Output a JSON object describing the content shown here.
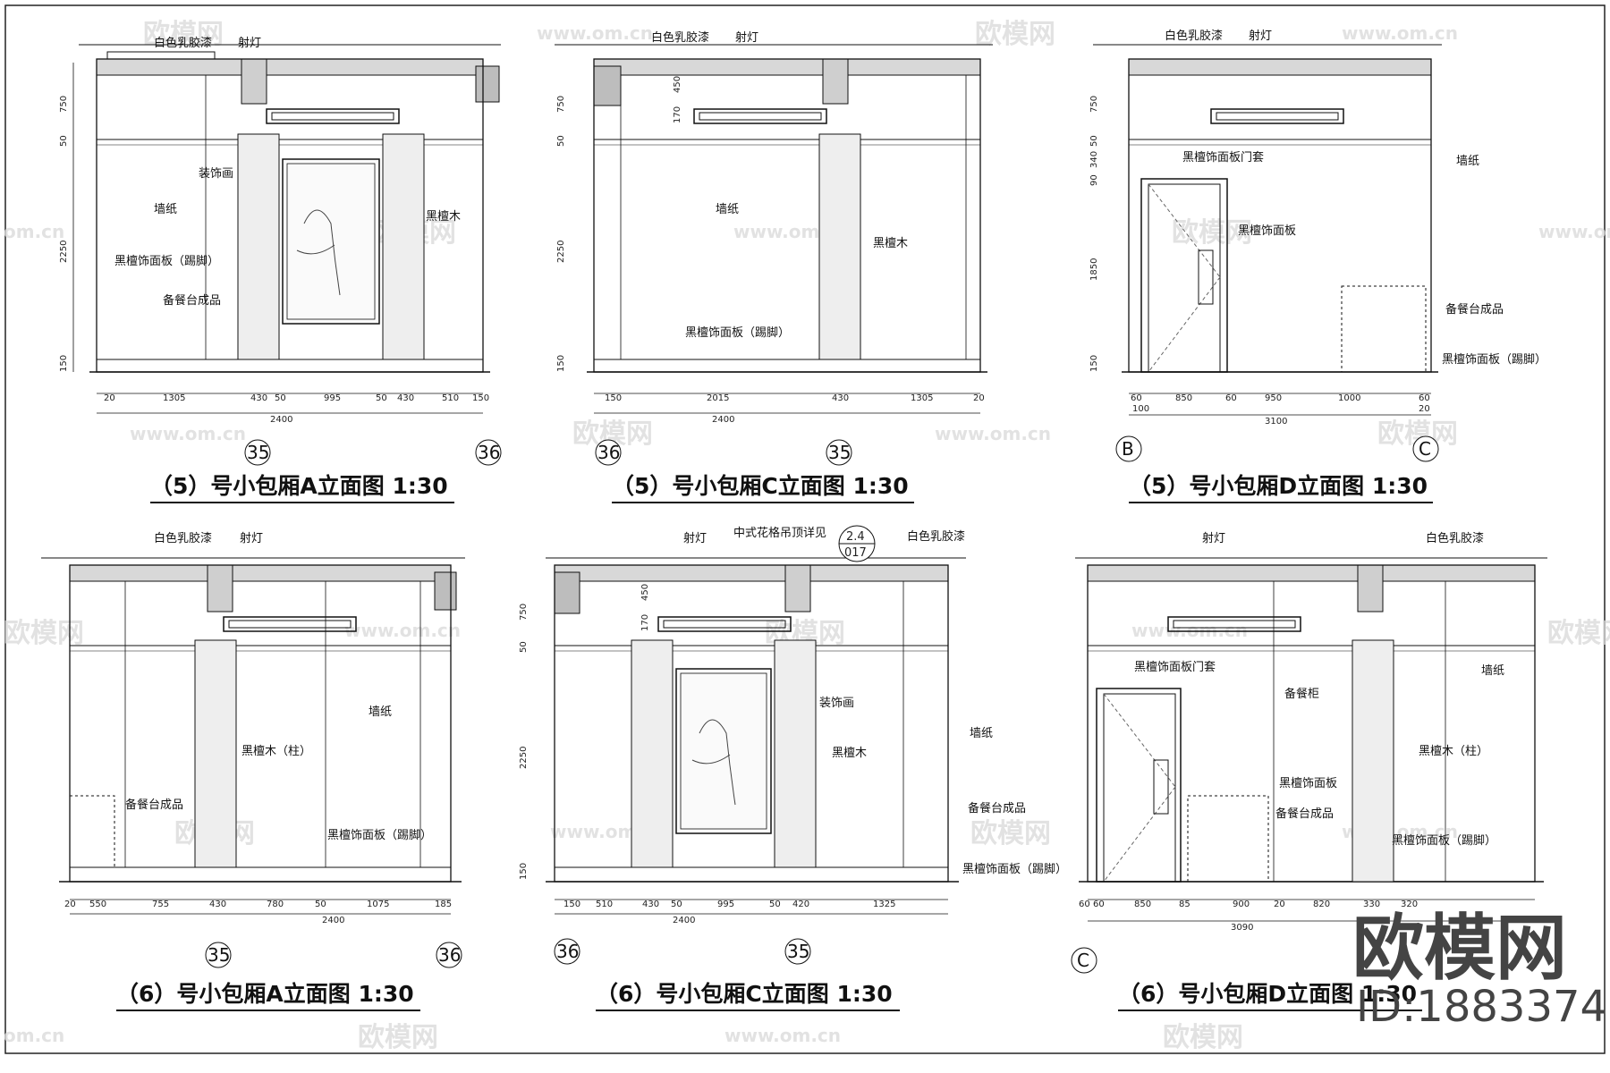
{
  "sheet": {
    "elevations": [
      {
        "title": "（5）号小包厢A立面图 1:30",
        "notes": [
          "白色乳胶漆",
          "射灯",
          "装饰画",
          "墙纸",
          "黑檀木",
          "黑檀饰面板（踢脚）",
          "备餐台成品"
        ],
        "dims_h": [
          "20",
          "1305",
          "430",
          "50",
          "995",
          "50",
          "430",
          "510",
          "150"
        ],
        "dim_total": "2400",
        "dims_v": [
          "750",
          "50",
          "2250",
          "150"
        ],
        "axis_marks": [
          "35",
          "36"
        ]
      },
      {
        "title": "（5）号小包厢C立面图 1:30",
        "notes": [
          "白色乳胶漆",
          "射灯",
          "墙纸",
          "黑檀木",
          "黑檀饰面板（踢脚）"
        ],
        "dims_h": [
          "150",
          "2015",
          "430",
          "1305",
          "20"
        ],
        "dim_total": "2400",
        "dims_v": [
          "750",
          "450",
          "170",
          "50",
          "2250",
          "150"
        ],
        "axis_marks": [
          "36",
          "35"
        ]
      },
      {
        "title": "（5）号小包厢D立面图 1:30",
        "notes": [
          "白色乳胶漆",
          "射灯",
          "黑檀饰面板门套",
          "墙纸",
          "黑檀饰面板",
          "备餐台成品",
          "黑檀饰面板（踢脚）"
        ],
        "dims_h": [
          "60",
          "850",
          "60",
          "950",
          "1000",
          "60"
        ],
        "dims_h2": [
          "100",
          "20"
        ],
        "dim_total": "3100",
        "dims_v": [
          "750",
          "50",
          "340",
          "90",
          "1850",
          "150"
        ],
        "axis_marks": [
          "B",
          "C"
        ]
      },
      {
        "title": "（6）号小包厢A立面图 1:30",
        "notes": [
          "白色乳胶漆",
          "射灯",
          "墙纸",
          "黑檀木（柱）",
          "备餐台成品",
          "黑檀饰面板（踢脚）"
        ],
        "dims_h": [
          "20",
          "550",
          "755",
          "430",
          "780",
          "50",
          "1075",
          "185"
        ],
        "dim_total": "2400",
        "axis_marks": [
          "35",
          "36"
        ]
      },
      {
        "title": "（6）号小包厢C立面图 1:30",
        "notes": [
          "射灯",
          "中式花格吊顶详见",
          "白色乳胶漆",
          "装饰画",
          "墙纸",
          "黑檀木",
          "备餐台成品",
          "黑檀饰面板（踢脚）"
        ],
        "detail_ref": [
          "2.4",
          "017"
        ],
        "dims_h": [
          "150",
          "510",
          "430",
          "50",
          "995",
          "50",
          "420",
          "1325"
        ],
        "dim_total": "2400",
        "dims_v": [
          "750",
          "450",
          "170",
          "50",
          "2250",
          "150"
        ],
        "axis_marks": [
          "36",
          "35"
        ]
      },
      {
        "title": "（6）号小包厢D立面图 1:30",
        "notes": [
          "射灯",
          "白色乳胶漆",
          "黑檀饰面板门套",
          "备餐柜",
          "墙纸",
          "黑檀木（柱）",
          "黑檀饰面板",
          "备餐台成品",
          "黑檀饰面板（踢脚）"
        ],
        "dims_h": [
          "60",
          "60",
          "850",
          "85",
          "900",
          "20",
          "820",
          "330",
          "320"
        ],
        "dim_total": "3090",
        "axis_marks": [
          "C"
        ]
      }
    ]
  },
  "watermark": {
    "brand": "欧模网",
    "url": "www.om.cn",
    "url_short": "om.cn",
    "id": "ID:1883374"
  }
}
